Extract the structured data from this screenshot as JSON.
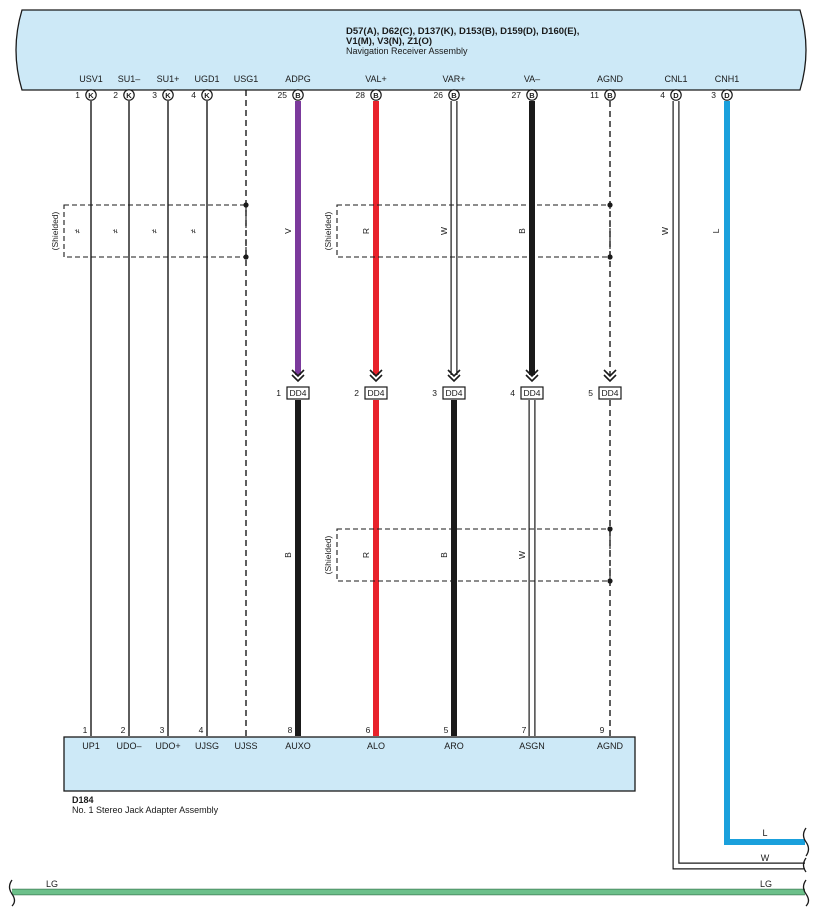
{
  "top_connector": {
    "id_line1": "D57(A), D62(C), D137(K), D153(B), D159(D), D160(E),",
    "id_line2": "V1(M), V3(N), Z1(O)",
    "name": "Navigation Receiver Assembly"
  },
  "bottom_connector": {
    "id": "D184",
    "name": "No. 1 Stereo Jack Adapter Assembly"
  },
  "shield_label": "(Shielded)",
  "wires": [
    {
      "top_label": "USV1",
      "top_pin": "1",
      "top_conn": "K",
      "color_code": "",
      "color_hex": "#222222",
      "thick": false,
      "dashed": false,
      "mid_pin": "",
      "mid_conn": "",
      "mid_color_code": "",
      "mid_color_hex": "",
      "bottom_pin": "1",
      "bottom_label": "UP1"
    },
    {
      "top_label": "SU1–",
      "top_pin": "2",
      "top_conn": "K",
      "color_code": "",
      "color_hex": "#222222",
      "thick": false,
      "dashed": false,
      "mid_pin": "",
      "mid_conn": "",
      "mid_color_code": "",
      "mid_color_hex": "",
      "bottom_pin": "2",
      "bottom_label": "UDO–"
    },
    {
      "top_label": "SU1+",
      "top_pin": "3",
      "top_conn": "K",
      "color_code": "",
      "color_hex": "#222222",
      "thick": false,
      "dashed": false,
      "mid_pin": "",
      "mid_conn": "",
      "mid_color_code": "",
      "mid_color_hex": "",
      "bottom_pin": "3",
      "bottom_label": "UDO+"
    },
    {
      "top_label": "UGD1",
      "top_pin": "4",
      "top_conn": "K",
      "color_code": "",
      "color_hex": "#222222",
      "thick": false,
      "dashed": false,
      "mid_pin": "",
      "mid_conn": "",
      "mid_color_code": "",
      "mid_color_hex": "",
      "bottom_pin": "4",
      "bottom_label": "UJSG"
    },
    {
      "top_label": "USG1",
      "top_pin": "",
      "top_conn": "",
      "color_code": "",
      "color_hex": "#222222",
      "thick": false,
      "dashed": true,
      "mid_pin": "",
      "mid_conn": "",
      "mid_color_code": "",
      "mid_color_hex": "",
      "bottom_pin": "",
      "bottom_label": "UJSS"
    },
    {
      "top_label": "ADPG",
      "top_pin": "25",
      "top_conn": "B",
      "color_code": "V",
      "color_hex": "#7b3a9c",
      "thick": true,
      "dashed": false,
      "mid_pin": "1",
      "mid_conn": "DD4",
      "mid_color_code": "B",
      "mid_color_hex": "#1a1a1a",
      "bottom_pin": "8",
      "bottom_label": "AUXO"
    },
    {
      "top_label": "VAL+",
      "top_pin": "28",
      "top_conn": "B",
      "color_code": "R",
      "color_hex": "#e8222b",
      "thick": true,
      "dashed": false,
      "mid_pin": "2",
      "mid_conn": "DD4",
      "mid_color_code": "R",
      "mid_color_hex": "#e8222b",
      "bottom_pin": "6",
      "bottom_label": "ALO"
    },
    {
      "top_label": "VAR+",
      "top_pin": "26",
      "top_conn": "B",
      "color_code": "W",
      "color_hex": "#ffffff",
      "thick": true,
      "dashed": false,
      "mid_pin": "3",
      "mid_conn": "DD4",
      "mid_color_code": "B",
      "mid_color_hex": "#1a1a1a",
      "bottom_pin": "5",
      "bottom_label": "ARO"
    },
    {
      "top_label": "VA–",
      "top_pin": "27",
      "top_conn": "B",
      "color_code": "B",
      "color_hex": "#1a1a1a",
      "thick": true,
      "dashed": false,
      "mid_pin": "4",
      "mid_conn": "DD4",
      "mid_color_code": "W",
      "mid_color_hex": "#ffffff",
      "bottom_pin": "7",
      "bottom_label": "ASGN"
    },
    {
      "top_label": "AGND",
      "top_pin": "11",
      "top_conn": "B",
      "color_code": "",
      "color_hex": "#222222",
      "thick": false,
      "dashed": true,
      "mid_pin": "5",
      "mid_conn": "DD4",
      "mid_color_code": "",
      "mid_color_hex": "",
      "bottom_pin": "9",
      "bottom_label": "AGND"
    },
    {
      "top_label": "CNL1",
      "top_pin": "4",
      "top_conn": "D",
      "color_code": "W",
      "color_hex": "#ffffff",
      "thick": true,
      "dashed": false,
      "mid_pin": "",
      "mid_conn": "",
      "mid_color_code": "",
      "mid_color_hex": "",
      "bottom_pin": "",
      "bottom_label": ""
    },
    {
      "top_label": "CNH1",
      "top_pin": "3",
      "top_conn": "D",
      "color_code": "L",
      "color_hex": "#1aa0dc",
      "thick": true,
      "dashed": false,
      "mid_pin": "",
      "mid_conn": "",
      "mid_color_code": "",
      "mid_color_hex": "",
      "bottom_pin": "",
      "bottom_label": ""
    }
  ],
  "exit_wires": [
    {
      "color_code": "L",
      "color_hex": "#1aa0dc"
    },
    {
      "color_code": "W",
      "color_hex": "#ffffff"
    },
    {
      "color_code": "LG",
      "color_hex": "#6cc08a"
    }
  ],
  "colors": {
    "connector_fill": "#cde9f7",
    "connector_stroke": "#1a1a1a",
    "line": "#1a1a1a"
  }
}
